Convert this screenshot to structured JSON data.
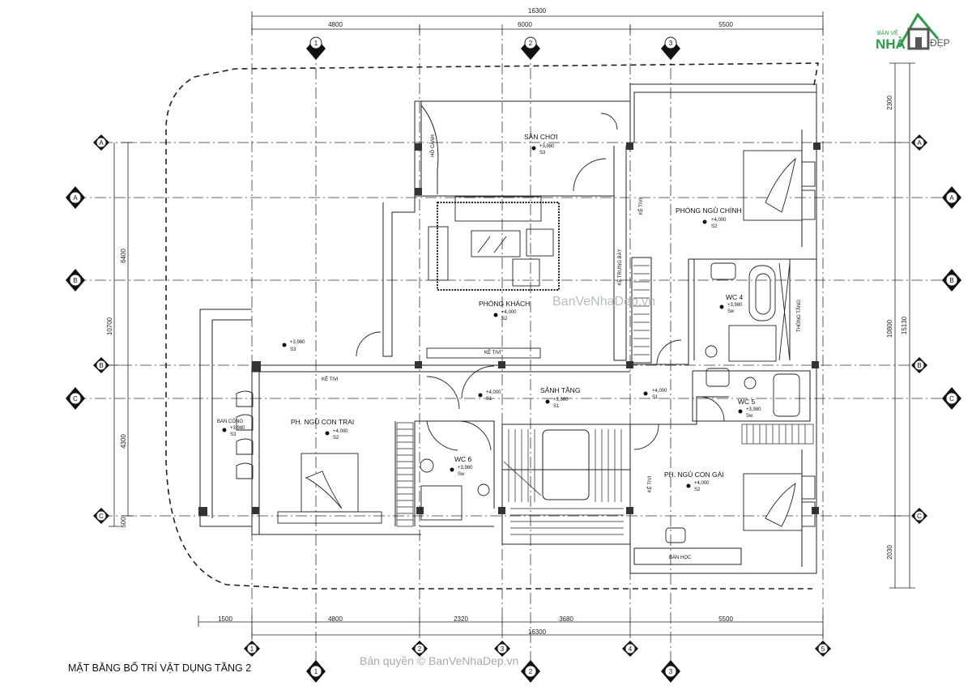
{
  "title": "MẶT BẰNG BỐ TRÍ VẬT DỤNG TẦNG 2",
  "watermark_center": "BanVeNhaDep.vn",
  "watermark_bottom": "Bản quyền © BanVeNhaDep.vn",
  "logo": {
    "top": "BẢN VẼ",
    "left": "NHÀ",
    "right": "ĐẸP"
  },
  "dims_top": {
    "total": "16300",
    "segments": [
      "4800",
      "6000",
      "5500"
    ]
  },
  "dims_bottom": {
    "total": "16300",
    "segments": [
      "1500",
      "4800",
      "2320",
      "3680",
      "5500"
    ]
  },
  "dims_left": [
    "6400",
    "10700",
    "4300",
    "500"
  ],
  "dims_right": {
    "segments": [
      "2300",
      "10800",
      "2030"
    ],
    "total": "15130"
  },
  "axes_top": [
    "1",
    "2",
    "3"
  ],
  "axes_bottom_row1": [
    "1",
    "2",
    "3",
    "4",
    "5"
  ],
  "axes_bottom_row2": [
    "1",
    "2",
    "3"
  ],
  "axes_left": [
    "A",
    "A",
    "B",
    "B",
    "C",
    "C"
  ],
  "axes_right": [
    "A",
    "A",
    "B",
    "B",
    "C",
    "C"
  ],
  "rooms": {
    "san_choi": {
      "name": "SÂN CHƠI",
      "level": "+3,980",
      "floor": "S3"
    },
    "ho_canh": "HỒ CẢNH",
    "ke_tivi_1": "KỆ TIVI",
    "phong_khach": {
      "name": "PHÒNG KHÁCH",
      "level": "+4,000",
      "floor": "S2"
    },
    "ke_trung_bay": "KỆ TRƯNG BÀY",
    "phong_ngu_chinh": {
      "name": "PHÒNG NGỦ CHÍNH",
      "level": "+4,000",
      "floor": "S2"
    },
    "wc4": {
      "name": "WC 4",
      "level": "+3,980",
      "floor": "Sw"
    },
    "thong_tang": "THÔNG TẦNG",
    "terrace": {
      "level": "+3,980",
      "floor": "S3"
    },
    "ke_tivi_2": "KỆ TIVI",
    "ke_tivi_3": "KỆ TIVI",
    "ban_cong": {
      "name": "BAN CÔNG",
      "level": "+3,980",
      "floor": "S3"
    },
    "ph_ngu_con_trai": {
      "name": "PH. NGỦ CON TRAI",
      "level": "+4,000",
      "floor": "S2"
    },
    "sanh_tang": {
      "name": "SẢNH TẦNG",
      "level": "+3,980",
      "floor": "S1"
    },
    "hall_left": {
      "level": "+4,000",
      "floor": "S1"
    },
    "hall_right": {
      "level": "+4,000",
      "floor": "S1"
    },
    "wc5": {
      "name": "WC 5",
      "level": "+3,980",
      "floor": "Sw"
    },
    "wc6": {
      "name": "WC 6",
      "level": "+3,980",
      "floor": "Sw"
    },
    "ke_tivi_4": "KỆ TIVI",
    "ph_ngu_con_gai": {
      "name": "PH. NGỦ CON GÁI",
      "level": "+4,000",
      "floor": "S2"
    },
    "ban_hoc": "BÀN HỌC"
  }
}
